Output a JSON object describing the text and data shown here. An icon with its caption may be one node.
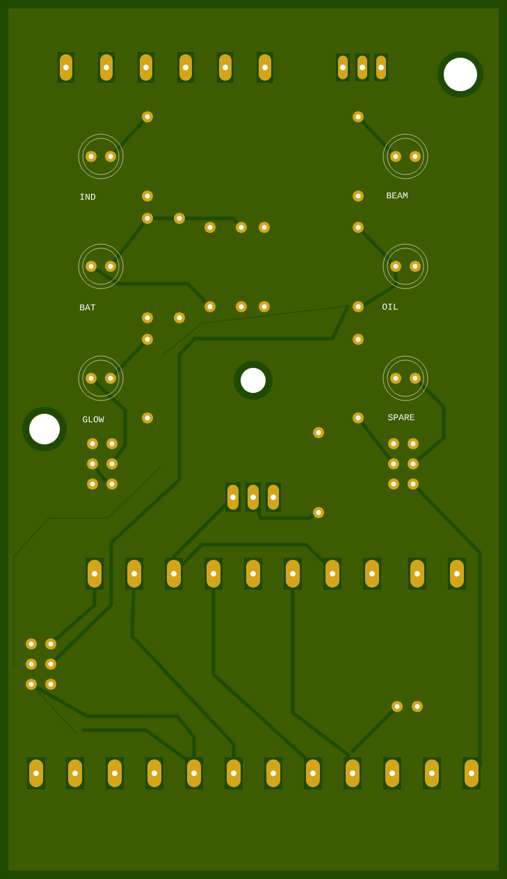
{
  "diagram": {
    "labels": [
      "IND",
      "BEAM",
      "BAT",
      "OIL",
      "GLOW",
      "SPARE"
    ]
  }
}
